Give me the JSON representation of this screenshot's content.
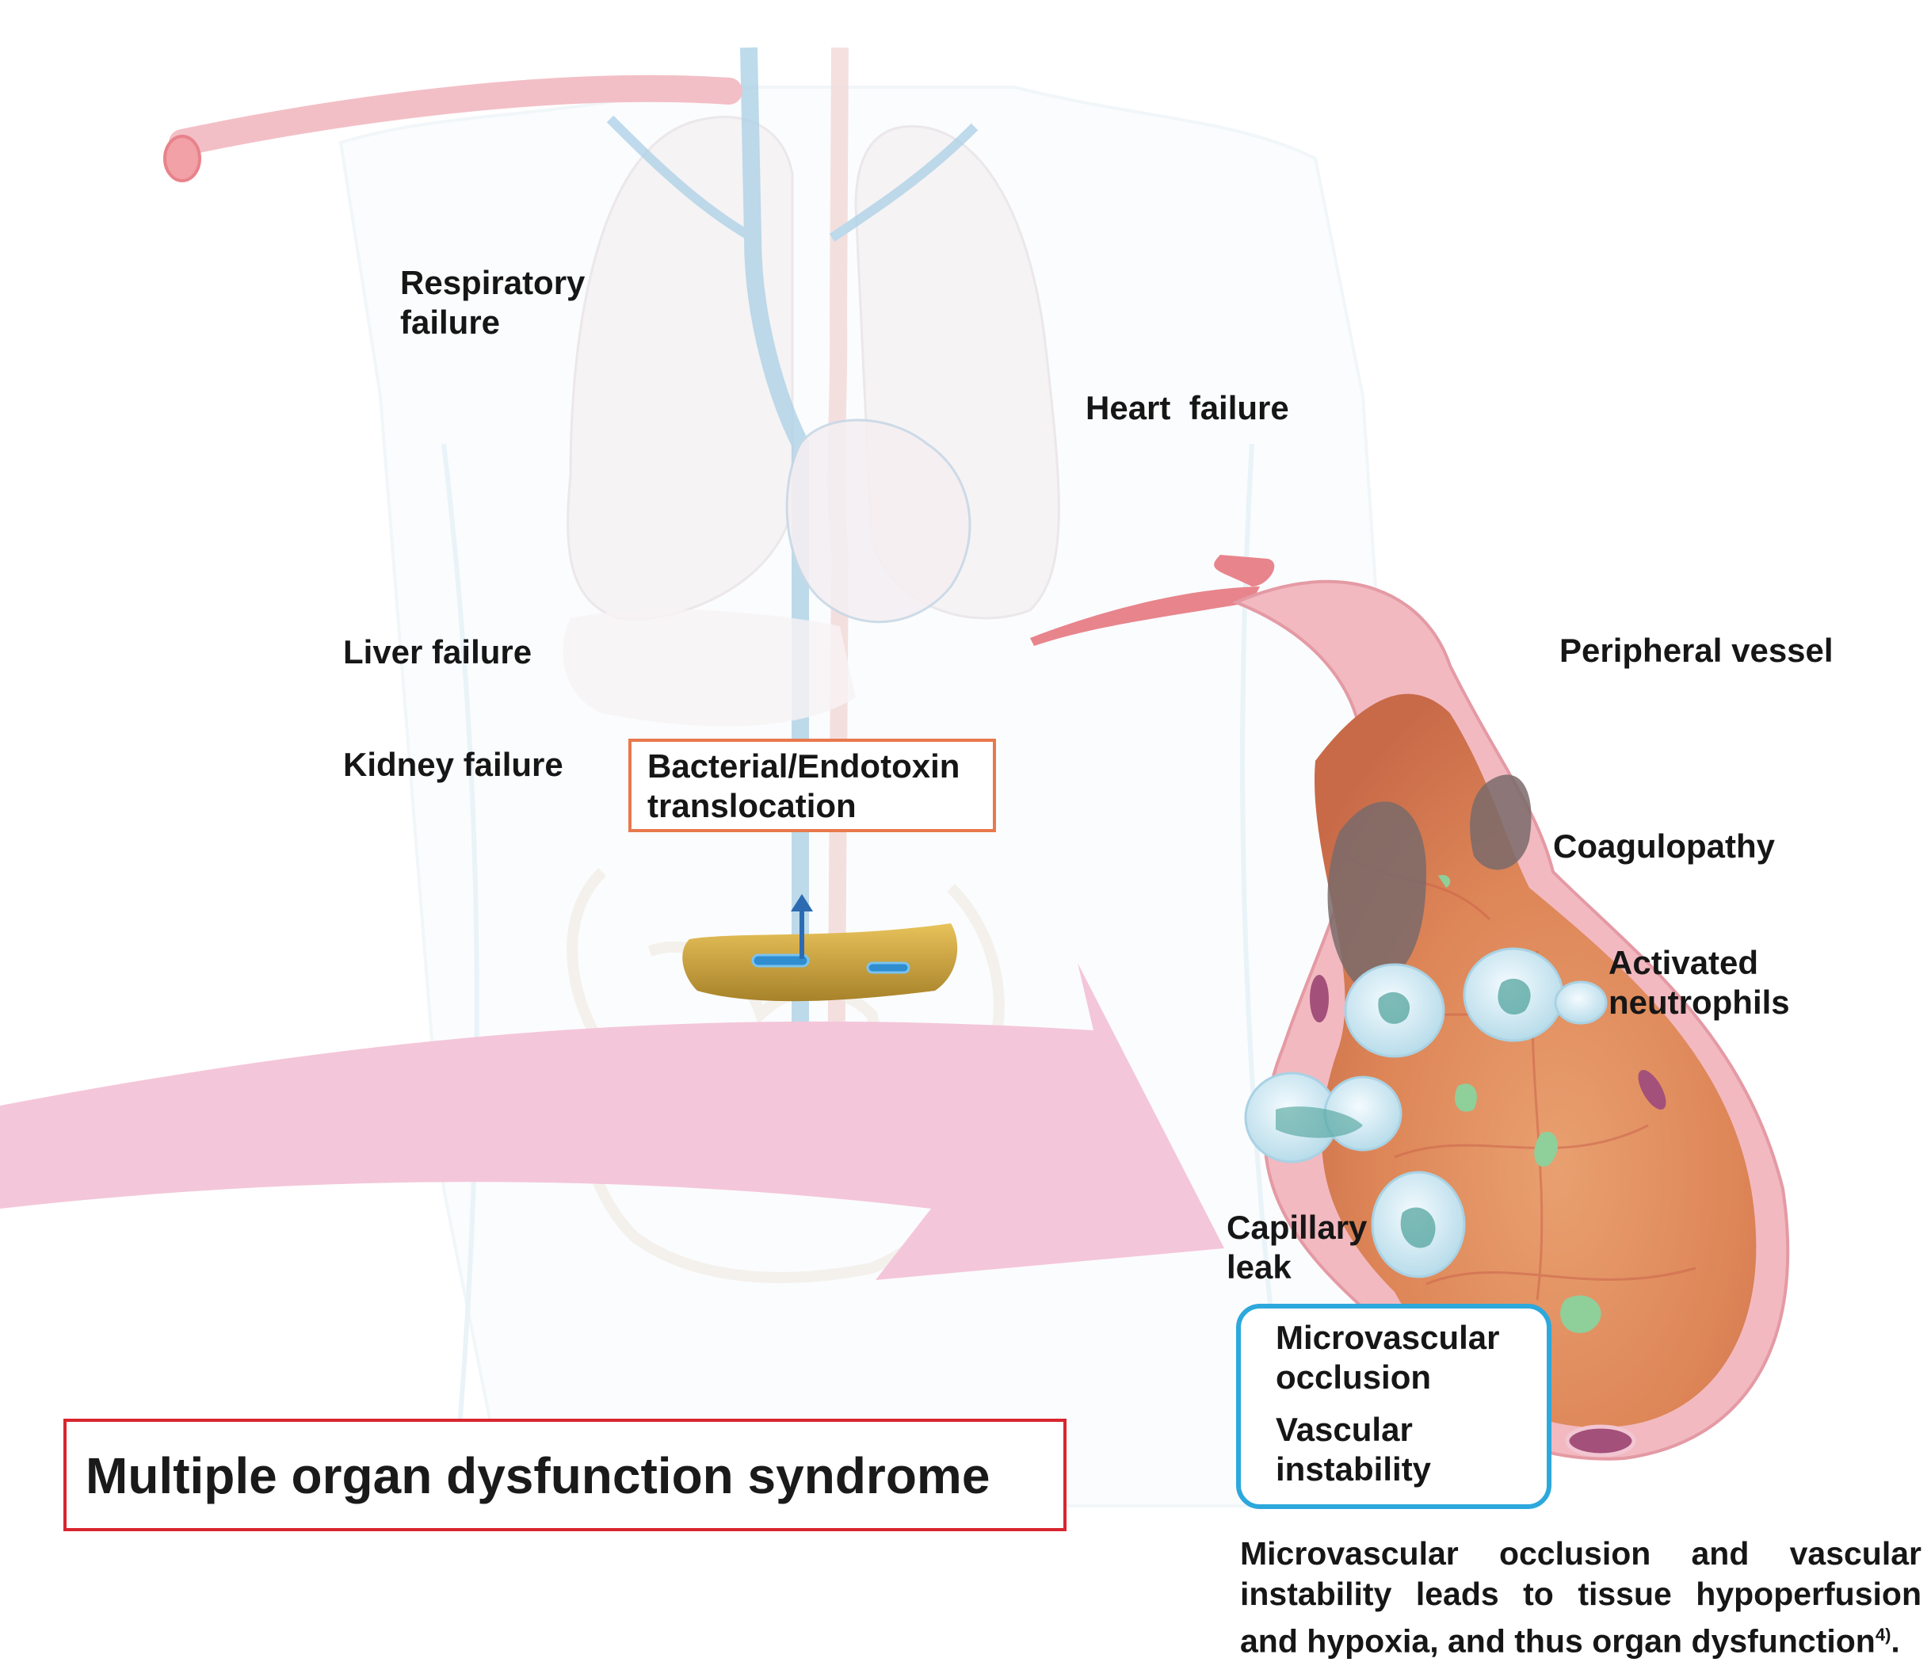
{
  "labels": {
    "respiratory": [
      "Respiratory",
      "failure"
    ],
    "heart": "Heart  failure",
    "liver": "Liver failure",
    "kidney": "Kidney failure",
    "peripheral_vessel": "Peripheral vessel",
    "coagulopathy": "Coagulopathy",
    "activated_neutrophils": [
      "Activated",
      "neutrophils"
    ],
    "capillary_leak": [
      "Capillary",
      "leak"
    ]
  },
  "translocation_box": [
    "Bacterial/Endotoxin",
    "translocation"
  ],
  "vascular_box": [
    "Microvascular",
    "occlusion",
    "Vascular",
    "instability"
  ],
  "title": "Multiple organ dysfunction syndrome",
  "caption": {
    "lines": [
      "Microvascular occlusion and vascular",
      "instability leads to tissue hypoperfusion",
      "and hypoxia, and thus organ dysfunction"
    ],
    "ref": "4)",
    "end": "."
  },
  "colors": {
    "arrow": "#f4c6d9",
    "vessel_wall": "#f0b8be",
    "vessel_interior": "#e08a5a",
    "translocation_border": "#e8794d",
    "vascular_border": "#2da8dc",
    "title_border": "#d8262f"
  }
}
